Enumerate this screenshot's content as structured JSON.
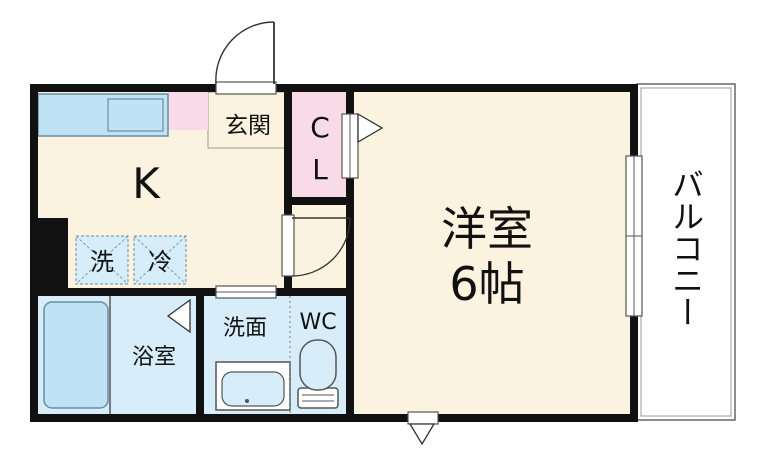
{
  "rooms": {
    "genkan": "玄関",
    "closet_top": "C",
    "closet_bottom": "L",
    "kitchen": "K",
    "washer": "洗",
    "fridge": "冷",
    "western_room": "洋室",
    "western_room_size": "6帖",
    "bath": "浴室",
    "washroom": "洗面",
    "wc": "WC",
    "balcony": "バルコニー"
  },
  "colors": {
    "floor": "#fbf3e0",
    "wet_area": "#d7eefa",
    "fixture": "#bfe3f5",
    "closet_pink": "#f9dbe8",
    "wall": "#111111"
  }
}
